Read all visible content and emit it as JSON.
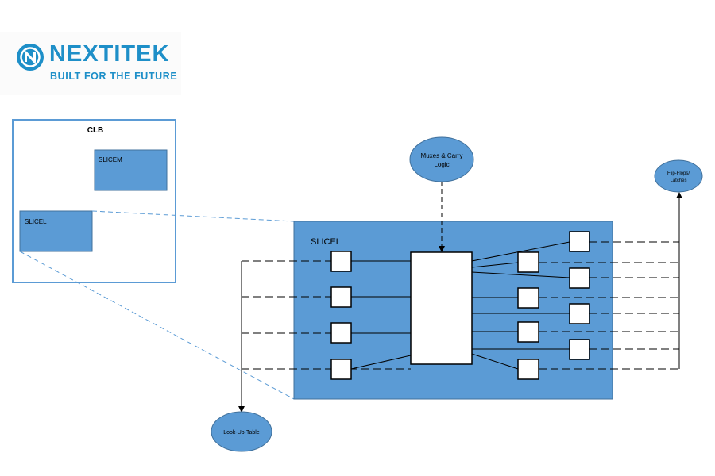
{
  "brand": {
    "name": "NEXTITEK",
    "tagline": "BUILT FOR THE FUTURE",
    "color": "#1e8fc8"
  },
  "diagram": {
    "clb_title": "CLB",
    "slicem_label": "SLICEM",
    "slicel_small_label": "SLICEL",
    "slicel_big_label": "SLICEL",
    "muxes_line1": "Muxes & Carry",
    "muxes_line2": "Logic",
    "flipflops_line1": "Flip-Flops/",
    "flipflops_line2": "Latches",
    "lut_label": "Look-Up-Table",
    "fill_color": "#5b9bd5",
    "stroke_color": "#41719c"
  }
}
